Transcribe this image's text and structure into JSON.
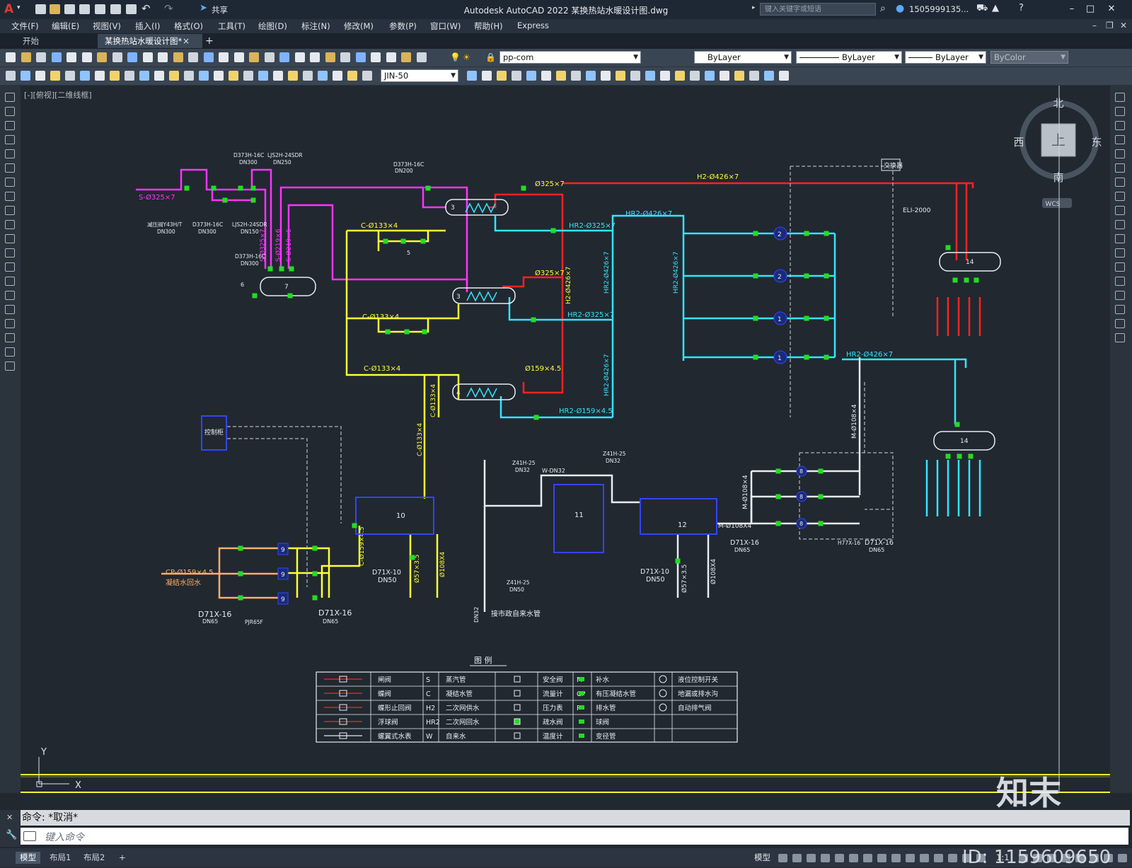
{
  "app": {
    "title": "Autodesk AutoCAD 2022    某换热站水暖设计图.dwg",
    "share_label": "共享",
    "search_placeholder": "键入关键字或短语",
    "user": "1505999135..."
  },
  "menu": [
    "文件(F)",
    "编辑(E)",
    "视图(V)",
    "插入(I)",
    "格式(O)",
    "工具(T)",
    "绘图(D)",
    "标注(N)",
    "修改(M)",
    "参数(P)",
    "窗口(W)",
    "帮助(H)",
    "Express"
  ],
  "tabs": {
    "start": "开始",
    "active": "某换热站水暖设计图*",
    "close": "×",
    "add": "+"
  },
  "toolbar": {
    "layer": "pp-com",
    "color": "ByLayer",
    "linetype": "ByLayer",
    "lineweight": "ByLayer",
    "plotstyle": "ByColor",
    "dimstyle": "JIN-50"
  },
  "viewport": {
    "label": "[-][俯视][二维线框]",
    "viewcube": {
      "north": "北",
      "south": "南",
      "east": "东",
      "west": "西",
      "top": "上",
      "wcs": "WCS"
    },
    "ucs_y": "Y",
    "ucs_x": "X"
  },
  "drawing": {
    "pipes": {
      "s_main": "S-Ø325×7",
      "s_branch1": "S-Ø325×7",
      "s_branch2": "S-Ø219×6",
      "s_branch3": "S-Ø219×6",
      "c1": "C-Ø133×4",
      "c2": "C-Ø133×4",
      "c3": "C-Ø133×4",
      "c_vert1": "C-Ø133×4",
      "c_vert2": "C-Ø133×4",
      "h2_1": "Ø325×7",
      "h2_2": "Ø325×7",
      "h2_3": "Ø159×4.5",
      "h2_main": "H2-Ø426×7",
      "h2_vert": "H2-Ø426×7",
      "hr2_1": "HR2-Ø325×7",
      "hr2_2": "HR2-Ø325×7",
      "hr2_3": "HR2-Ø159×4.5",
      "hr2_top": "HR2-Ø426×7",
      "hr2_v1": "HR2-Ø426×7",
      "hr2_v2": "HR2-Ø426×7",
      "hr2_v3": "HR2-Ø426×7",
      "hr2_right": "HR2-Ø426×7",
      "m_vert": "M-Ø108×4",
      "m_vert2": "M-Ø108×4",
      "m_h": "M-Ø108X4",
      "cp": "CP-Ø159×4.5",
      "cp_label": "凝结水回水",
      "c_159": "C-Ø159×4.5",
      "d57": "Ø57×3.5",
      "d108": "Ø108X4",
      "d57b": "Ø57×3.5",
      "d108b": "Ø108X4",
      "city_water": "接市政自来水管",
      "dn32": "DN32",
      "w_dn32": "W-DN32",
      "el": "ELI-2000",
      "exchanger_label": "交换器",
      "control": "控制柜"
    },
    "equipment": [
      "3",
      "3",
      "4",
      "7",
      "10",
      "11",
      "12",
      "14",
      "14",
      "9",
      "9",
      "9",
      "8",
      "8",
      "8",
      "2",
      "2",
      "1",
      "1",
      "5",
      "6"
    ],
    "valve_labels": {
      "v1": "D373H-16C",
      "v1dn": "DN300",
      "v2": "D373H-16C",
      "v2dn": "DN300",
      "v3": "LJS2H-24SDR",
      "v3dn": "DN250",
      "v4": "D373H-16C",
      "v4dn": "DN200",
      "v5": "减压阀Y43H/T",
      "v5dn": "DN300",
      "v6": "D373H-16C",
      "v6dn": "DN300",
      "v7": "LJS2H-24SDR",
      "v7dn": "DN150",
      "d71": "D71X-10",
      "d71dn": "DN50",
      "d71b": "D71X-10",
      "d71bdn": "DN50",
      "d71c": "D71X-16",
      "d71cdn": "DN65",
      "d71d": "D71X-16",
      "d71ddn": "DN65",
      "d71e": "D71X-16",
      "d71edn": "DN65",
      "d71f": "D71X-16",
      "d71fdn": "DN65",
      "h77": "H77X-16",
      "pjr": "PJR65F",
      "z41": "Z41H-25",
      "z41dn": "DN32",
      "z41b": "Z41H-25",
      "z41bdn": "DN32",
      "z41c": "Z41H-25",
      "z41cdn": "DN50"
    }
  },
  "legend": {
    "title": "图    例",
    "rows": [
      [
        "闸阀",
        "S",
        "蒸汽管",
        "安全阀",
        "M",
        "补水",
        "液位控制开关"
      ],
      [
        "蝶阀",
        "C",
        "凝结水管",
        "流量计",
        "CP",
        "有压凝结水管",
        "地漏或排水沟"
      ],
      [
        "蝶形止回阀",
        "H2",
        "二次网供水",
        "压力表",
        "P",
        "排水管",
        "自动排气阀"
      ],
      [
        "浮球阀",
        "HR2",
        "二次网回水",
        "疏水阀",
        "",
        "球阀",
        ""
      ],
      [
        "螺翼式水表",
        "W",
        "自来水",
        "温度计",
        "",
        "变径管",
        ""
      ]
    ]
  },
  "command": {
    "history": "命令:  *取消*",
    "placeholder": "键入命令"
  },
  "layouts": [
    "模型",
    "布局1",
    "布局2",
    "+"
  ],
  "status": {
    "model": "模型",
    "scale": "1:1",
    "watermark_id": "ID: 1159609650",
    "watermark_logo": "知末"
  }
}
